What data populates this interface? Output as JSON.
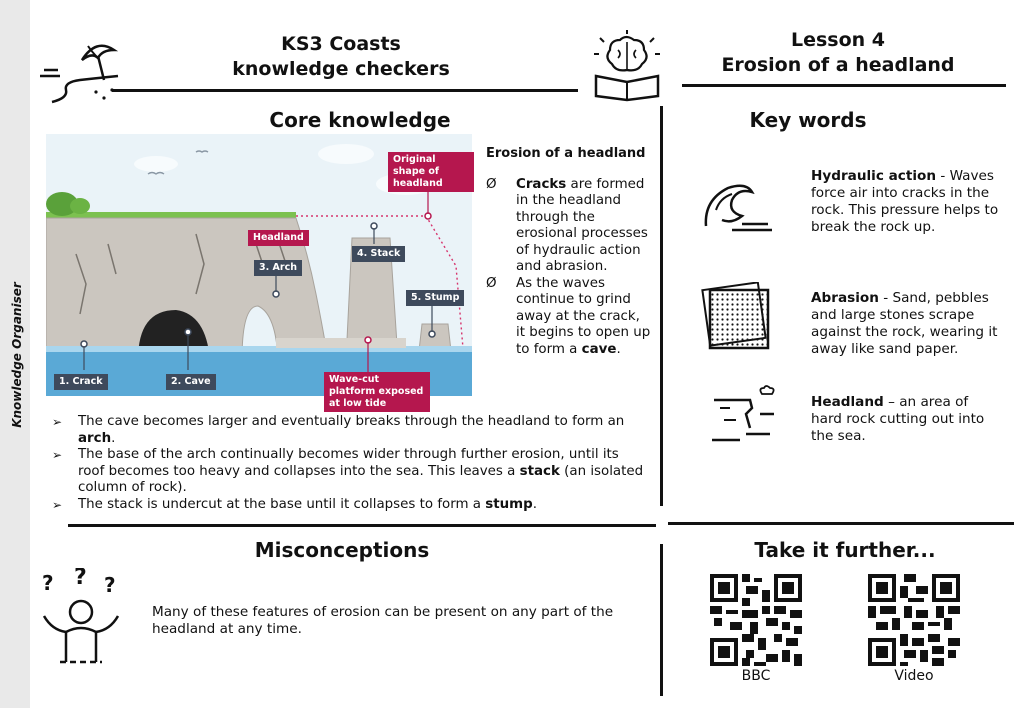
{
  "sidebar": {
    "label": "Knowledge Organiser"
  },
  "header": {
    "left_title_line1": "KS3 Coasts",
    "left_title_line2": "knowledge checkers",
    "right_title_line1": "Lesson 4",
    "right_title_line2": "Erosion of a headland"
  },
  "core": {
    "heading": "Core knowledge",
    "diagram_labels": {
      "original": "Original shape of headland",
      "headland": "Headland",
      "arch": "3. Arch",
      "stack": "4. Stack",
      "stump": "5. Stump",
      "crack": "1. Crack",
      "cave": "2. Cave",
      "platform": "Wave-cut platform exposed at low tide"
    },
    "side_title": "Erosion of a headland",
    "marker": "Ø",
    "point1": {
      "bold": "Cracks",
      "rest": " are formed in the headland through the erosional processes of hydraulic action and abrasion."
    },
    "point2": {
      "pre": "As the waves continue to grind away at the crack, it begins to open up to form a ",
      "bold": "cave",
      "post": "."
    },
    "bullet_marker": "➢",
    "bullet1": {
      "pre": "The cave becomes larger and eventually breaks through the headland to form an ",
      "bold": "arch",
      "post": "."
    },
    "bullet2": {
      "pre": "The base of the arch continually becomes wider through further erosion, until its roof becomes too heavy and collapses into the sea. This leaves a ",
      "bold": "stack",
      "post": " (an isolated column of rock)."
    },
    "bullet3": {
      "pre": "The stack is undercut at the base until it collapses to form a ",
      "bold": "stump",
      "post": "."
    }
  },
  "keywords": {
    "heading": "Key words",
    "k1": {
      "term": "Hydraulic action",
      "def": " - Waves force air into cracks in the rock. This pressure helps to break the rock up."
    },
    "k2": {
      "term": "Abrasion",
      "def": " - Sand, pebbles and large stones scrape against the rock, wearing it away like sand paper."
    },
    "k3": {
      "term": "Headland",
      "def": " – an area of hard rock cutting out into the sea."
    }
  },
  "misconceptions": {
    "heading": "Misconceptions",
    "text": "Many of these features of erosion can be present on any part of the headland at any time."
  },
  "further": {
    "heading": "Take it further...",
    "qr1_label": "BBC",
    "qr2_label": "Video"
  },
  "colors": {
    "accent": "#b5174e",
    "label_dark": "#3e4a5c",
    "sea": "#5aa9d6",
    "rock": "#c9c5bf",
    "grass": "#7cc150"
  }
}
